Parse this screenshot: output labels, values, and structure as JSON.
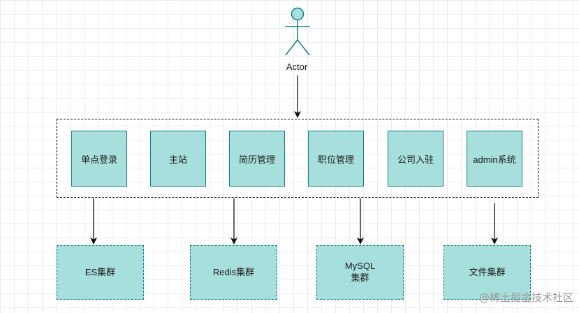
{
  "actor": {
    "label": "Actor"
  },
  "modules": [
    {
      "label": "单点登录"
    },
    {
      "label": "主站"
    },
    {
      "label": "简历管理"
    },
    {
      "label": "职位管理"
    },
    {
      "label": "公司入驻"
    },
    {
      "label": "admin系统"
    }
  ],
  "backends": [
    {
      "label": "ES集群"
    },
    {
      "label": "Redis集群"
    },
    {
      "label": "MySQL\n集群"
    },
    {
      "label": "文件集群"
    }
  ],
  "watermark": "@稀土掘金技术社区",
  "colors": {
    "fill": "#a7dfdd",
    "stroke": "#0e8088",
    "grid": "#ececec"
  }
}
